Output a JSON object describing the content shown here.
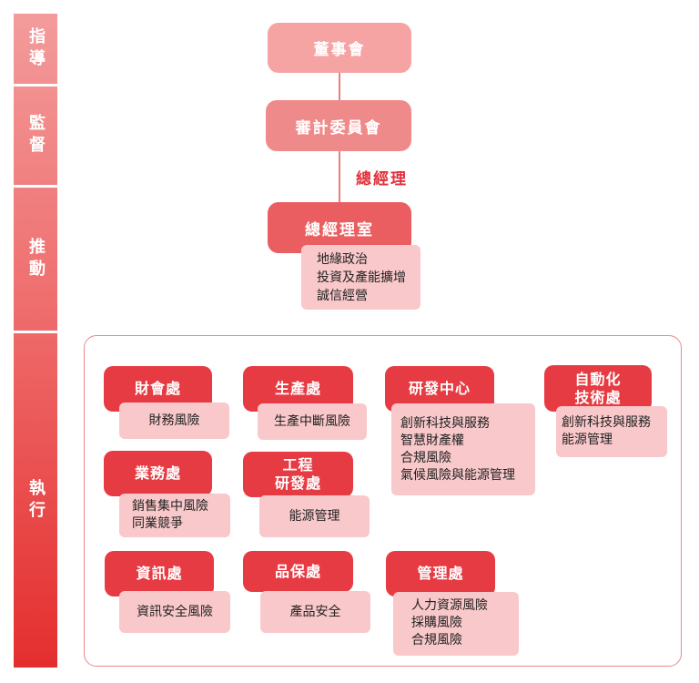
{
  "tiers": [
    "指導",
    "監督",
    "推動",
    "執行"
  ],
  "top": {
    "board": "董事會",
    "audit": "審計委員會",
    "ceo_label": "總經理",
    "ceo_office": "總經理室",
    "ceo_office_items": [
      "地緣政治",
      "投資及產能擴增",
      "誠信經營"
    ]
  },
  "departments": [
    {
      "name": [
        "財會處"
      ],
      "risks": [
        "財務風險"
      ]
    },
    {
      "name": [
        "生產處"
      ],
      "risks": [
        "生產中斷風險"
      ]
    },
    {
      "name": [
        "研發中心"
      ],
      "risks": [
        "創新科技與服務",
        "智慧財產權",
        "合規風險",
        "氣候風險與能源管理"
      ]
    },
    {
      "name": [
        "自動化",
        "技術處"
      ],
      "risks": [
        "創新科技與服務",
        "能源管理"
      ]
    },
    {
      "name": [
        "業務處"
      ],
      "risks": [
        "銷售集中風險",
        "同業競爭"
      ]
    },
    {
      "name": [
        "工程",
        "研發處"
      ],
      "risks": [
        "能源管理"
      ]
    },
    {
      "name": [
        "資訊處"
      ],
      "risks": [
        "資訊安全風險"
      ]
    },
    {
      "name": [
        "品保處"
      ],
      "risks": [
        "產品安全"
      ]
    },
    {
      "name": [
        "管理處"
      ],
      "risks": [
        "人力資源風險",
        "採購風險",
        "合規風險"
      ]
    }
  ],
  "colors": {
    "band_top": "#f39b9b",
    "band_bottom": "#e42e2e",
    "dept": "#e63b43",
    "risk_box": "#f9c8ca",
    "ceo_label": "#e1303a"
  }
}
